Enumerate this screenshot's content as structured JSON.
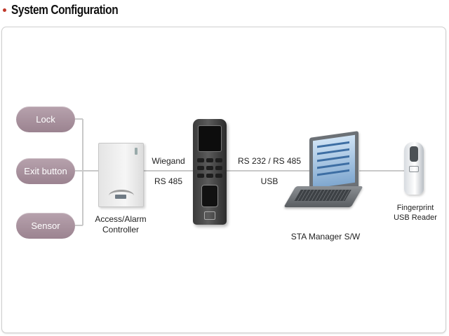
{
  "page": {
    "title": "System Configuration",
    "accent_color": "#c0392b"
  },
  "diagram": {
    "inputs": [
      {
        "label": "Lock"
      },
      {
        "label": "Exit button"
      },
      {
        "label": "Sensor"
      }
    ],
    "controller": {
      "label_line1": "Access/Alarm",
      "label_line2": "Controller",
      "icon": "controller-box-icon"
    },
    "link_1": {
      "line1": "Wiegand",
      "line2": "RS 485"
    },
    "terminal": {
      "icon": "fingerprint-terminal-icon"
    },
    "link_2": {
      "line1": "RS 232 / RS 485",
      "line2": "USB"
    },
    "software": {
      "label": "STA Manager S/W",
      "icon": "laptop-icon"
    },
    "reader": {
      "label_line1": "Fingerprint",
      "label_line2": "USB Reader",
      "icon": "usb-fingerprint-reader-icon"
    },
    "pill_color": "#a8929e",
    "line_color": "#c9c9c9"
  }
}
